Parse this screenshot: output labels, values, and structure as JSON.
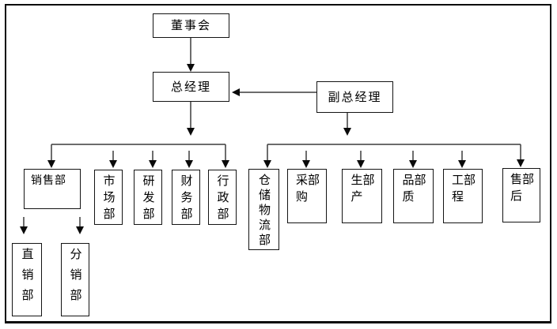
{
  "diagram": {
    "type": "org-chart",
    "language": "zh-CN",
    "nodes": {
      "board": {
        "label": "董事会",
        "level": 1
      },
      "general_manager": {
        "label": "总经理",
        "level": 2
      },
      "deputy_general_manager": {
        "label": "副总经理",
        "level": 2
      },
      "sales": {
        "label": "销售部",
        "level": 3
      },
      "marketing": {
        "label": "市场部",
        "level": 3
      },
      "rd": {
        "label": "研发部",
        "level": 3
      },
      "finance": {
        "label": "财务部",
        "level": 3
      },
      "admin": {
        "label": "行政部",
        "level": 3
      },
      "warehouse_logistics": {
        "label": "仓储物流部",
        "level": 3
      },
      "purchasing": {
        "label": "采购部",
        "level": 3
      },
      "production": {
        "label": "生产部",
        "level": 3
      },
      "quality": {
        "label": "品质部",
        "level": 3
      },
      "engineering": {
        "label": "工程部",
        "level": 3
      },
      "after_sales": {
        "label": "售后部",
        "level": 3
      },
      "direct_sales": {
        "label": "直销部",
        "level": 4
      },
      "distribution": {
        "label": "分销部",
        "level": 4
      }
    },
    "edges": [
      {
        "from": "board",
        "to": "general_manager",
        "style": "arrow-down"
      },
      {
        "from": "deputy_general_manager",
        "to": "general_manager",
        "style": "arrow-left"
      },
      {
        "from": "general_manager",
        "to": "sales",
        "style": "arrow-down"
      },
      {
        "from": "general_manager",
        "to": "marketing",
        "style": "arrow-down"
      },
      {
        "from": "general_manager",
        "to": "rd",
        "style": "arrow-down"
      },
      {
        "from": "general_manager",
        "to": "finance",
        "style": "arrow-down"
      },
      {
        "from": "general_manager",
        "to": "admin",
        "style": "arrow-down"
      },
      {
        "from": "deputy_general_manager",
        "to": "warehouse_logistics",
        "style": "arrow-down"
      },
      {
        "from": "deputy_general_manager",
        "to": "purchasing",
        "style": "arrow-down"
      },
      {
        "from": "deputy_general_manager",
        "to": "production",
        "style": "arrow-down"
      },
      {
        "from": "deputy_general_manager",
        "to": "quality",
        "style": "arrow-down"
      },
      {
        "from": "deputy_general_manager",
        "to": "engineering",
        "style": "arrow-down"
      },
      {
        "from": "deputy_general_manager",
        "to": "after_sales",
        "style": "arrow-down"
      },
      {
        "from": "sales",
        "to": "direct_sales",
        "style": "arrow-down"
      },
      {
        "from": "sales",
        "to": "distribution",
        "style": "arrow-down"
      }
    ],
    "colors": {
      "background": "#ffffff",
      "box_border": "#141414",
      "connector_line": "#3c3c3c",
      "arrowhead": "#0a0a0a",
      "text": "#000000"
    }
  }
}
